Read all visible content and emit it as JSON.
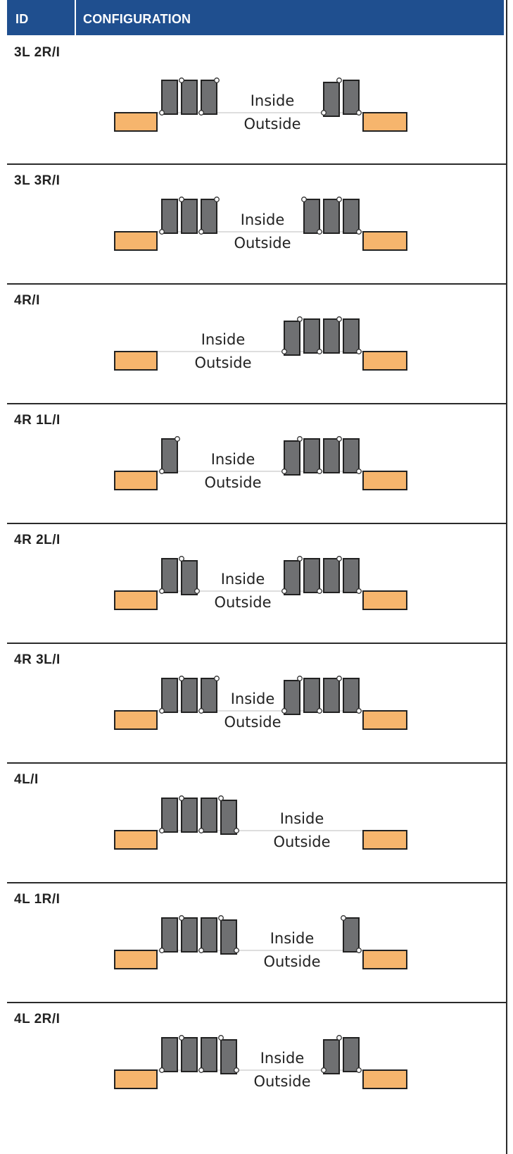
{
  "table": {
    "headers": {
      "id": "ID",
      "configuration": "CONFIGURATION"
    },
    "labels": {
      "inside": "Inside",
      "outside": "Outside"
    },
    "colors": {
      "header_bg": "#1f4f8f",
      "panel": "#6f7072",
      "wall": "#f6b56d",
      "line": "#2b2b2b"
    },
    "rows": [
      {
        "id": "3L 2R/I",
        "left_panels": 3,
        "right_panels": 2
      },
      {
        "id": "3L 3R/I",
        "left_panels": 3,
        "right_panels": 3
      },
      {
        "id": "4R/I",
        "left_panels": 0,
        "right_panels": 4
      },
      {
        "id": "4R 1L/I",
        "left_panels": 1,
        "right_panels": 4
      },
      {
        "id": "4R 2L/I",
        "left_panels": 2,
        "right_panels": 4
      },
      {
        "id": "4R 3L/I",
        "left_panels": 3,
        "right_panels": 4
      },
      {
        "id": "4L/I",
        "left_panels": 4,
        "right_panels": 0
      },
      {
        "id": "4L 1R/I",
        "left_panels": 4,
        "right_panels": 1
      },
      {
        "id": "4L 2R/I",
        "left_panels": 4,
        "right_panels": 2
      }
    ]
  }
}
